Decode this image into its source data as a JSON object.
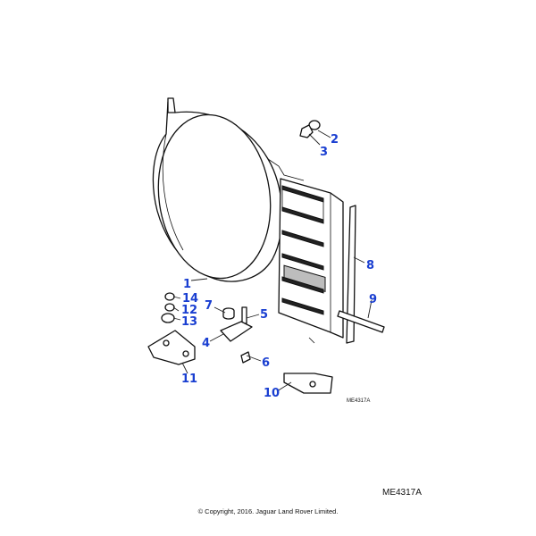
{
  "diagram_ref_small": "ME4317A",
  "diagram_ref": "ME4317A",
  "copyright": "© Copyright, 2016. Jaguar Land Rover Limited.",
  "callouts": {
    "c1": "1",
    "c2": "2",
    "c3": "3",
    "c4": "4",
    "c5": "5",
    "c6": "6",
    "c7": "7",
    "c8": "8",
    "c9": "9",
    "c10": "10",
    "c11": "11",
    "c12": "12",
    "c13": "13",
    "c14": "14"
  },
  "colors": {
    "callout": "#1a3fd1"
  }
}
